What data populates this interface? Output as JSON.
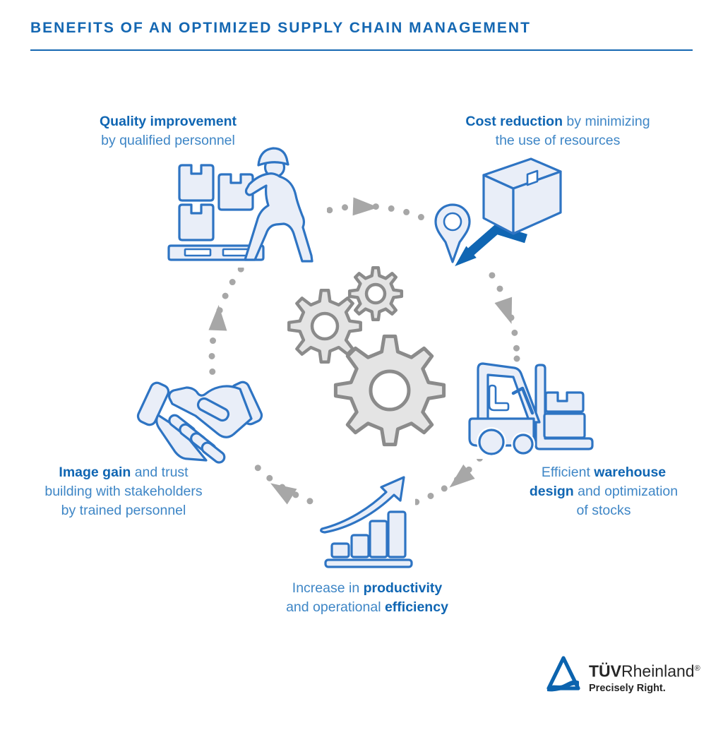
{
  "colors": {
    "title_blue": "#1467b2",
    "bold_blue": "#1066b3",
    "body_blue": "#3e86c6",
    "icon_stroke": "#2e74c3",
    "icon_fill": "#e9eef8",
    "accent_blue": "#1066b3",
    "gear_fill": "#e4e4e4",
    "gear_stroke": "#8b8b8b",
    "dot_gray": "#a7a7a7",
    "logo_blue": "#0b63ae",
    "logo_text": "#262626"
  },
  "header": {
    "title": "BENEFITS OF AN OPTIMIZED SUPPLY CHAIN MANAGEMENT"
  },
  "diagram": {
    "flow": "clockwise-dotted-cycle",
    "center_icon": "gears-icon"
  },
  "benefits": [
    {
      "id": "quality-improvement",
      "icon": "worker-stacking-boxes-icon",
      "segments": [
        {
          "text": "Quality improvement",
          "bold": true
        },
        {
          "text": "by qualified personnel",
          "bold": false
        }
      ]
    },
    {
      "id": "cost-reduction",
      "icon": "package-location-route-icon",
      "segments": [
        {
          "text": "Cost reduction",
          "bold": true
        },
        {
          "text": " by minimizing",
          "bold": false
        },
        {
          "text": "the use of resources",
          "bold": false
        }
      ]
    },
    {
      "id": "warehouse-design",
      "icon": "forklift-icon",
      "segments": [
        {
          "text": "Efficient ",
          "bold": false
        },
        {
          "text": "warehouse",
          "bold": true
        },
        {
          "text": "design",
          "bold": true
        },
        {
          "text": " and optimization",
          "bold": false
        },
        {
          "text": "of stocks",
          "bold": false
        }
      ]
    },
    {
      "id": "image-gain",
      "icon": "handshake-icon",
      "segments": [
        {
          "text": "Image gain",
          "bold": true
        },
        {
          "text": " and trust",
          "bold": false
        },
        {
          "text": "building with stakeholders",
          "bold": false
        },
        {
          "text": "by trained personnel",
          "bold": false
        }
      ]
    },
    {
      "id": "productivity-efficiency",
      "icon": "growth-bar-chart-icon",
      "segments": [
        {
          "text": "Increase in ",
          "bold": false
        },
        {
          "text": "productivity",
          "bold": true
        },
        {
          "text": "and operational ",
          "bold": false
        },
        {
          "text": "efficiency",
          "bold": true
        }
      ]
    }
  ],
  "logo": {
    "brand_bold": "TÜV",
    "brand_regular": "Rheinland",
    "registered": "®",
    "tagline": "Precisely Right."
  }
}
